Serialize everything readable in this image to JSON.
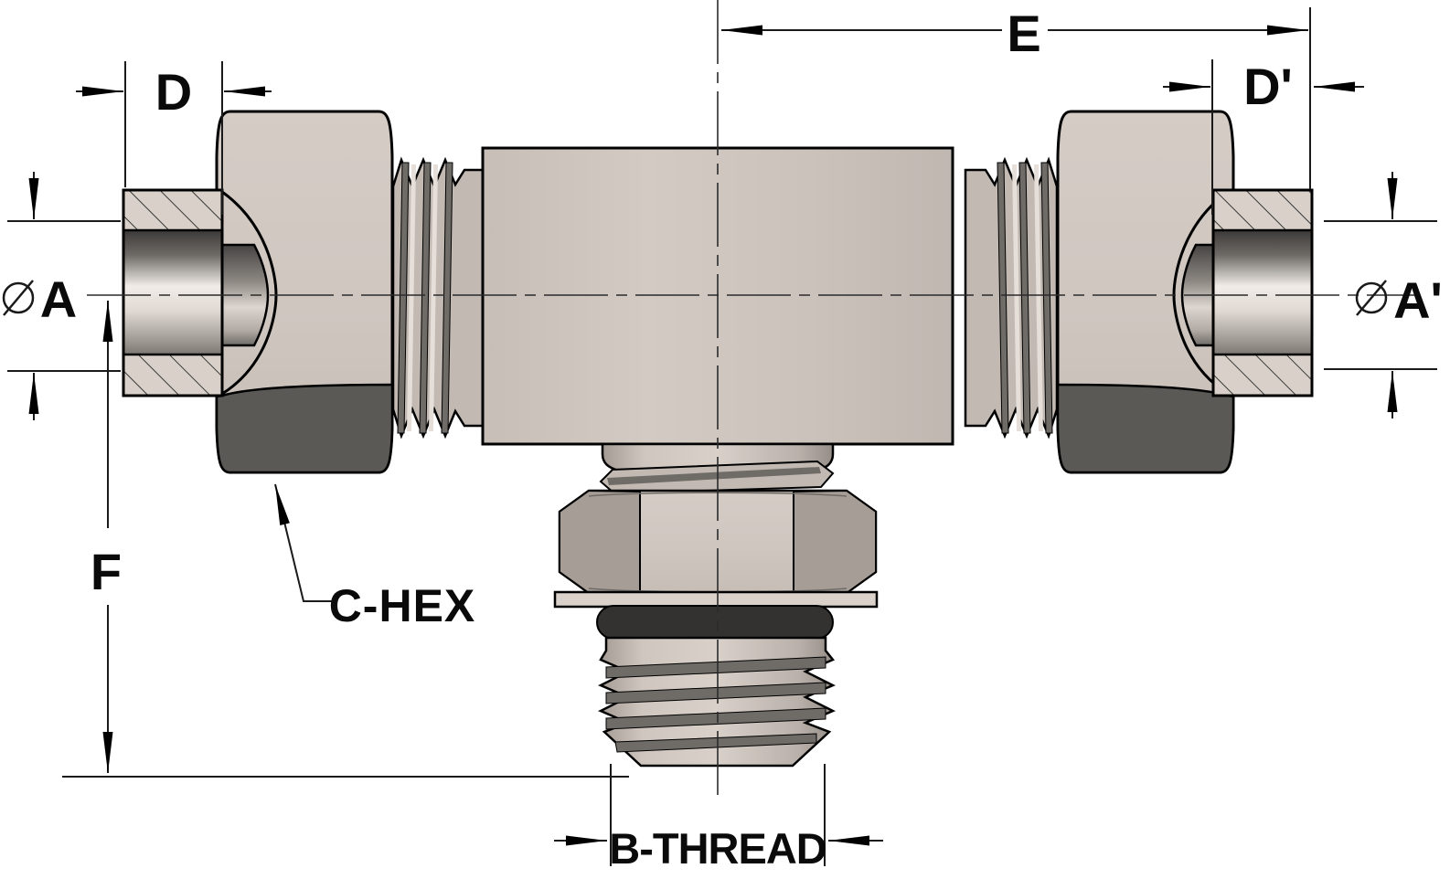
{
  "drawing": {
    "labels": {
      "dim_e": "E",
      "dim_d_left": "D",
      "dim_d_right": "D'",
      "dim_a_left": "A",
      "dim_a_right": "A'",
      "dim_f": "F",
      "callout_hex": "C-HEX",
      "callout_thread": "B-THREAD"
    },
    "symbols": {
      "diameter": "⌀"
    },
    "colors": {
      "outline": "#000000",
      "metal_light": "#cfc6c0",
      "metal_body": "#cbc2bb",
      "metal_dark_face": "#5b5955",
      "thread_mid": "#c2b9b2",
      "thread_shadow": "#6f6b67",
      "locknut_side": "#a59d96",
      "oring_black": "#343231",
      "washer_light": "#d9d1ca",
      "hatch_face": "#d8d0c9",
      "dim_line": "#1a1a1a"
    }
  }
}
